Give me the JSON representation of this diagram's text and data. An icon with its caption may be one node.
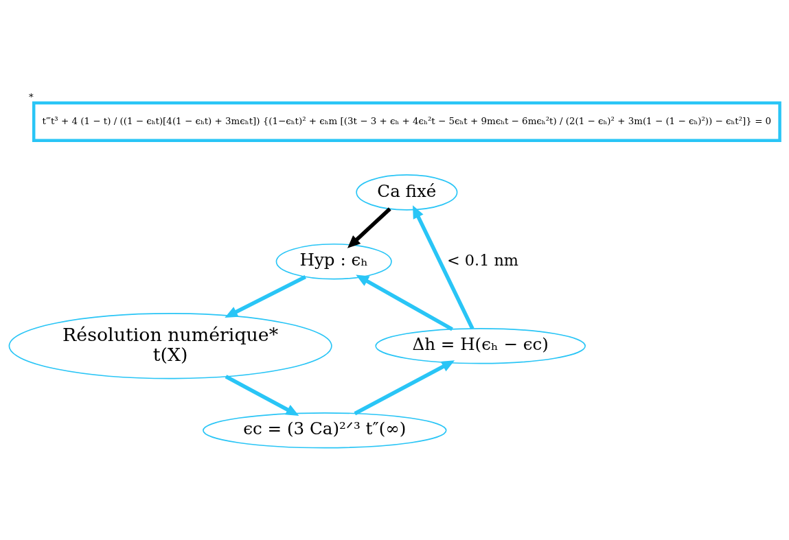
{
  "diagram": {
    "nodes": [
      {
        "text": [
          "t‴t³ + 4 (1 − t) / ((1 − ϵₕt)[4(1 − ϵₕt) + 3mϵₕt]) {(1−ϵₕt)² + ϵₕm [(3t − 3 + ϵₕ + 4ϵₕ²t − 5ϵₕt + 9mϵₕt − 6mϵₕ²t) / (2(1 − ϵₕ)² + 3m(1 − (1 − ϵₕ)²)) − ϵₕt²]} = 0"
        ],
        "beside": [
          "*"
        ]
      },
      {
        "text": [
          "Ca fixé"
        ]
      },
      {
        "text": [
          "Hyp : ϵₕ"
        ]
      },
      {
        "text": [
          "Résolution numérique*",
          "t(X)"
        ]
      },
      {
        "text": [
          "ϵc = (3 Ca)²ᐟ³ t″(∞)"
        ]
      },
      {
        "text": [
          "Δh = H(ϵₕ − ϵc)"
        ]
      }
    ],
    "edges": [
      {
        "from": 1,
        "to": 2,
        "arrow": "to",
        "color": "#000000"
      },
      {
        "from": 2,
        "to": 3,
        "arrow": "to"
      },
      {
        "from": 3,
        "to": 4,
        "arrow": "to"
      },
      {
        "from": 4,
        "to": 5,
        "arrow": "to"
      },
      {
        "from": 5,
        "to": 2,
        "arrow": "to"
      },
      {
        "from": 5,
        "to": 1,
        "arrow": "to",
        "label": "< 0.1 nm"
      }
    ]
  }
}
